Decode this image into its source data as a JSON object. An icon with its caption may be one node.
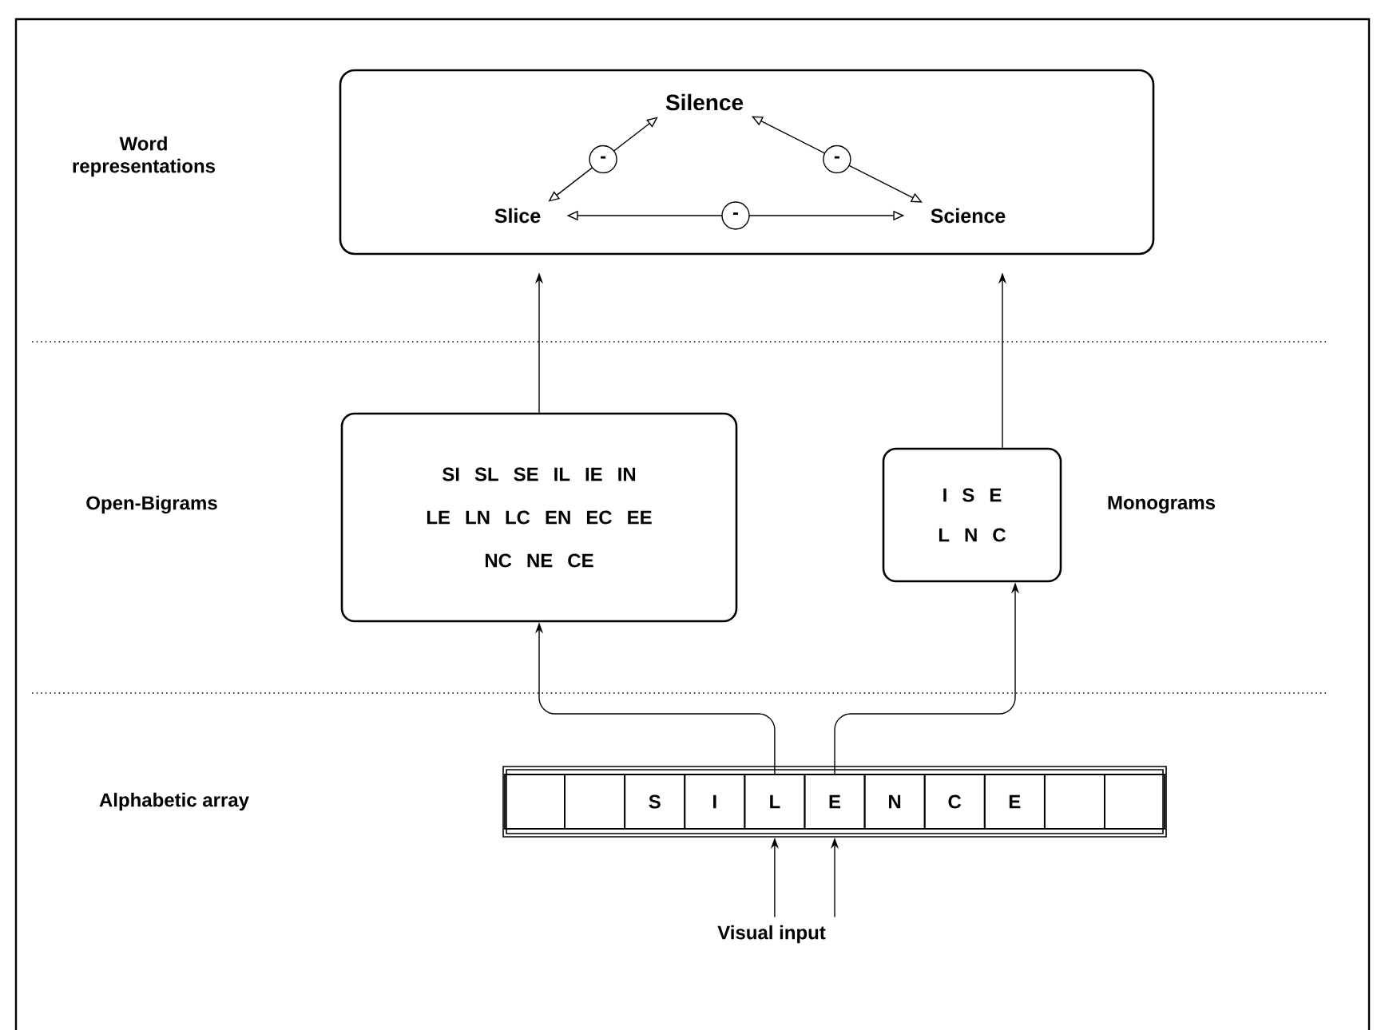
{
  "diagram": {
    "nodes": [
      {
        "text": [],
        "shape": "box"
      },
      {
        "text": [
          "Silence"
        ],
        "in": 0
      },
      {
        "text": [
          "Slice"
        ],
        "in": 0
      },
      {
        "text": [
          "Science"
        ],
        "in": 0
      },
      {
        "text": [
          "SI SL SE IL IE IN",
          "LE LN LC EN EC EE",
          "NC NE CE"
        ]
      },
      {
        "text": [
          "I S E",
          "L N C"
        ]
      },
      {
        "text": [],
        "shape": "bar"
      },
      {
        "text": [],
        "shape": "box",
        "in": 6
      },
      {
        "text": [],
        "shape": "box",
        "in": 6
      },
      {
        "text": [
          "S"
        ],
        "in": 6
      },
      {
        "text": [
          "I"
        ],
        "in": 6
      },
      {
        "text": [
          "L"
        ],
        "in": 6
      },
      {
        "text": [
          "E"
        ],
        "in": 6
      },
      {
        "text": [
          "N"
        ],
        "in": 6
      },
      {
        "text": [
          "C"
        ],
        "in": 6
      },
      {
        "text": [
          "E"
        ],
        "in": 6
      },
      {
        "text": [],
        "shape": "box",
        "in": 6
      },
      {
        "text": [],
        "shape": "box",
        "in": 6
      },
      {
        "text": [
          "Visual input"
        ]
      }
    ],
    "edges": [
      {
        "from": 2,
        "to": 1,
        "arrow": "both",
        "label": "-"
      },
      {
        "from": 1,
        "to": 3,
        "arrow": "both",
        "label": "-"
      },
      {
        "from": 2,
        "to": 3,
        "arrow": "both",
        "label": "-"
      },
      {
        "from": 4,
        "to": 0,
        "arrow": "to"
      },
      {
        "from": 5,
        "to": 0,
        "arrow": "to"
      },
      {
        "from": 11,
        "to": 4,
        "arrow": "to"
      },
      {
        "from": 12,
        "to": 5,
        "arrow": "to"
      },
      {
        "from": 18,
        "to": 11,
        "arrow": "to"
      },
      {
        "from": 18,
        "to": 12,
        "arrow": "to"
      }
    ],
    "labels": [
      "Word representations",
      "Open-Bigrams",
      "Monograms",
      "Alphabetic array"
    ]
  }
}
